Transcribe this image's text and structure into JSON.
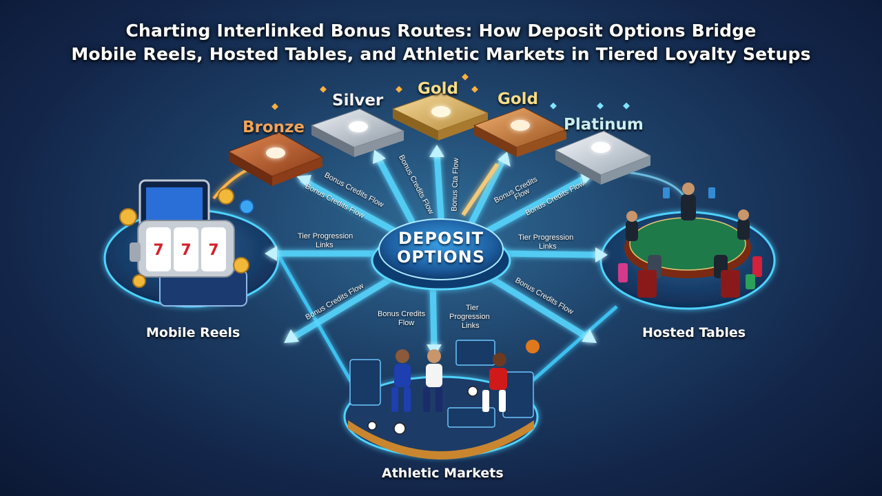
{
  "title": {
    "line1": "Charting Interlinked Bonus Routes: How Deposit Options Bridge",
    "line2": "Mobile Reels, Hosted Tables, and Athletic Markets in Tiered Loyalty Setups"
  },
  "hub": {
    "line1": "DEPOSIT",
    "line2": "OPTIONS"
  },
  "tiers": [
    {
      "label": "Bronze",
      "color": "#f2a45a"
    },
    {
      "label": "Silver",
      "color": "#f2f4f8"
    },
    {
      "label": "Gold",
      "color": "#f6dd86"
    },
    {
      "label": "Gold",
      "color": "#f6dd86"
    },
    {
      "label": "Platinum",
      "color": "#c8eef2"
    }
  ],
  "zones": {
    "mobile_reels": "Mobile Reels",
    "hosted_tables": "Hosted Tables",
    "athletic_markets": "Athletic Markets"
  },
  "flow_labels": {
    "bonus_credits_flow": "Bonus Credits Flow",
    "bonus_credits": "Bonus Credits",
    "flow": "Flow",
    "bonus_cta_flow": "Bonus Cta Flow",
    "tier_progression": "Tier Progression",
    "links": "Links",
    "tier": "Tier",
    "progression": "Progression"
  },
  "colors": {
    "link_glow": "#39c8ff",
    "hub_fill": "#1d6fb8",
    "bronze": "#b85a2a",
    "silver": "#a9b3be",
    "gold": "#d9b25a",
    "gold2": "#c77a3a",
    "platinum": "#c9d2dc",
    "felt": "#1f7a4a"
  }
}
